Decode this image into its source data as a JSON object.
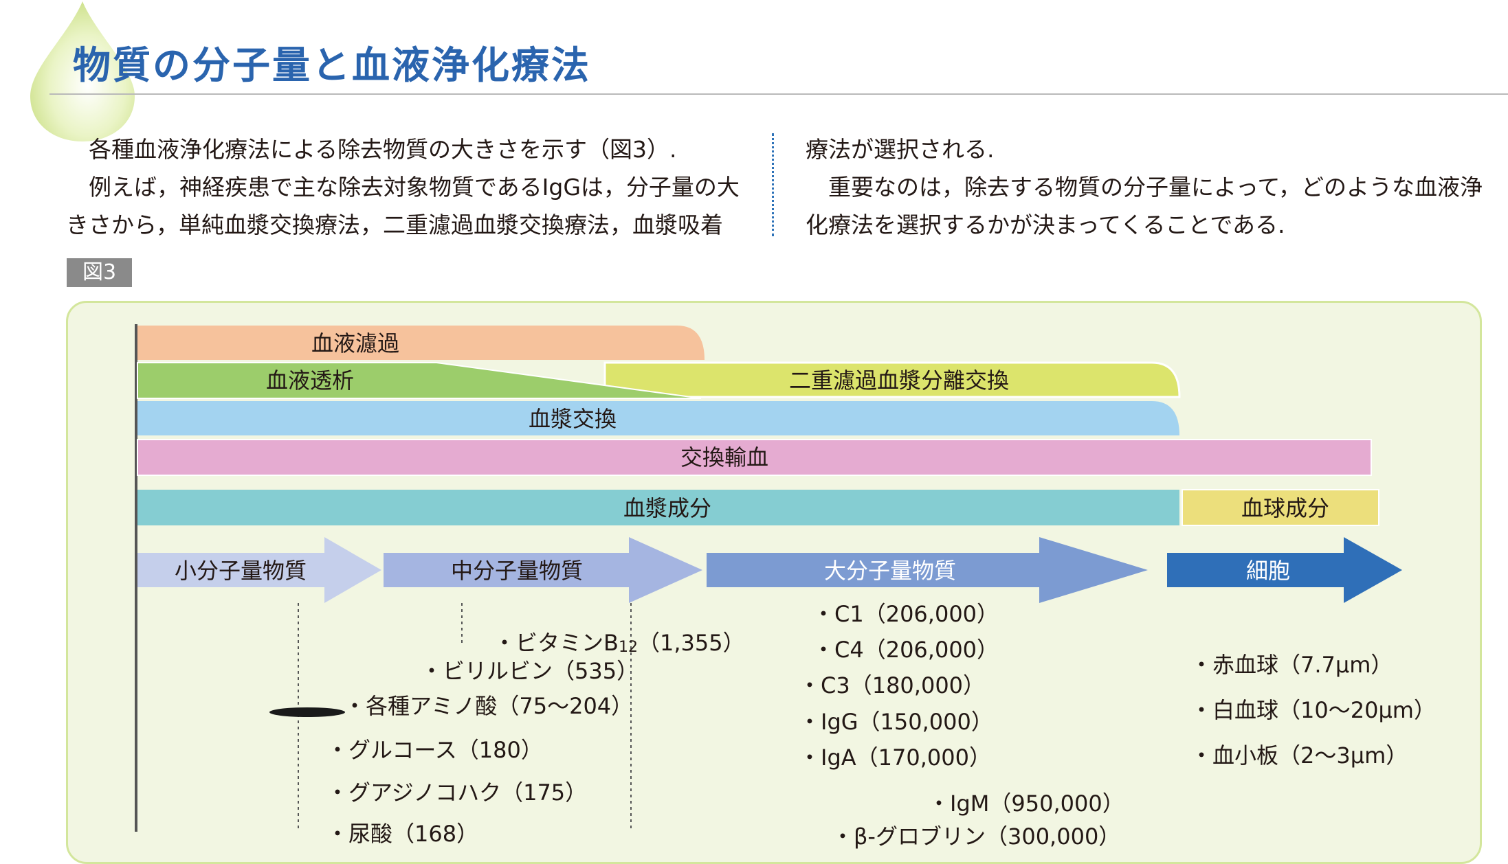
{
  "header": {
    "title": "物質の分子量と血液浄化療法"
  },
  "body_text": {
    "left": [
      "各種血液浄化療法による除去物質の大きさを示す（図3）.",
      "例えば，神経疾患で主な除去対象物質であるIgGは，分子量の大",
      "きさから，単純血漿交換療法，二重濾過血漿交換療法，血漿吸着"
    ],
    "right": [
      "療法が選択される.",
      "重要なのは，除去する物質の分子量によって，どのような血液浄",
      "化療法を選択するかが決まってくることである."
    ]
  },
  "figure": {
    "label": "図3",
    "bars": {
      "hemofiltration": "血液濾過",
      "hemodialysis": "血液透析",
      "dfpp": "二重濾過血漿分離交換",
      "plasma_exchange": "血漿交換",
      "exchange_transfusion": "交換輸血",
      "plasma_components": "血漿成分",
      "blood_cell_components": "血球成分"
    },
    "arrows": {
      "small": "小分子量物質",
      "medium": "中分子量物質",
      "large": "大分子量物質",
      "cell": "細胞"
    },
    "small_items": [
      "・各種アミノ酸（75～204）",
      "・グルコース（180）",
      "・グアジノコハク（175）",
      "・尿酸（168）"
    ],
    "medium_items": {
      "vitb12_prefix": "・ビタミンB",
      "vitb12_sub": "12",
      "vitb12_suffix": "（1,355）",
      "bilirubin": "・ビリルビン（535）"
    },
    "large_items": [
      "・C1（206,000）",
      "・C4（206,000）",
      "・C3（180,000）",
      "・IgG（150,000）",
      "・IgA（170,000）"
    ],
    "large_items_extra": [
      "・IgM（950,000）",
      "・β-グロブリン（300,000）"
    ],
    "cell_items": [
      "・赤血球（7.7μm）",
      "・白血球（10～20μm）",
      "・血小板（2～3μm）"
    ]
  },
  "colors": {
    "title": "#2a64ae",
    "hemofiltration": "#f6c29c",
    "hemodialysis": "#9ccd6b",
    "dfpp": "#dce46c",
    "plasma_exchange": "#a3d3f0",
    "exchange_transfusion": "#e5abd1",
    "plasma_components": "#85cdd2",
    "blood_cell_components": "#ecdf7c",
    "arrow_small": "#c5cfeb",
    "arrow_medium": "#a5b5e1",
    "arrow_large": "#7c9bd2",
    "arrow_cell": "#2f6fb8"
  }
}
